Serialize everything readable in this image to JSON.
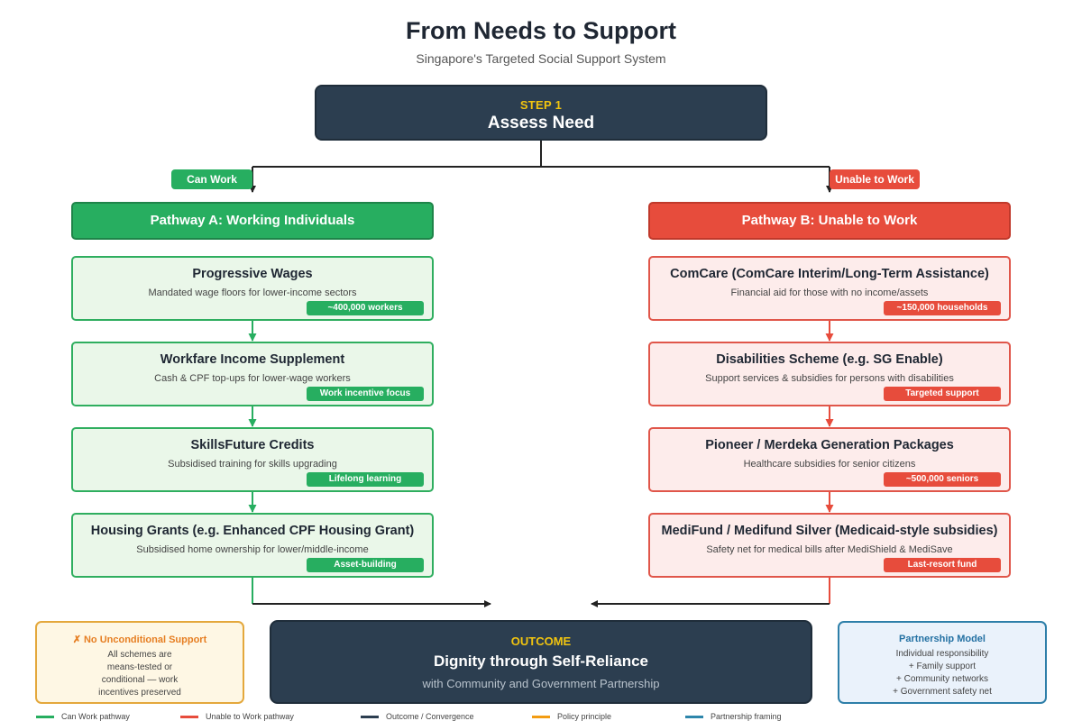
{
  "header": {
    "title": "From Needs to Support",
    "subtitle": "Singapore's Targeted Social Support System"
  },
  "step": {
    "label": "STEP 1",
    "title": "Assess Need"
  },
  "branches": {
    "left_label": "Can Work",
    "right_label": "Unable to Work"
  },
  "pathway_a": {
    "title": "Pathway A: Working Individuals",
    "schemes": [
      {
        "name": "Progressive Wages",
        "desc": "Mandated wage floors for lower-income sectors",
        "tag": "~400,000 workers"
      },
      {
        "name": "Workfare Income Supplement",
        "desc": "Cash & CPF top-ups for lower-wage workers",
        "tag": "Work incentive focus"
      },
      {
        "name": "SkillsFuture Credits",
        "desc": "Subsidised training for skills upgrading",
        "tag": "Lifelong learning"
      },
      {
        "name": "Housing Grants (e.g. Enhanced CPF Housing Grant)",
        "desc": "Subsidised home ownership for lower/middle-income",
        "tag": "Asset-building"
      }
    ]
  },
  "pathway_b": {
    "title": "Pathway B: Unable to Work",
    "schemes": [
      {
        "name": "ComCare (ComCare Interim/Long-Term Assistance)",
        "desc": "Financial aid for those with no income/assets",
        "tag": "~150,000 households"
      },
      {
        "name": "Disabilities Scheme (e.g. SG Enable)",
        "desc": "Support services & subsidies for persons with disabilities",
        "tag": "Targeted support"
      },
      {
        "name": "Pioneer / Merdeka Generation Packages",
        "desc": "Healthcare subsidies for senior citizens",
        "tag": "~500,000 seniors"
      },
      {
        "name": "MediFund / Medifund Silver (Medicaid-style subsidies)",
        "desc": "Safety net for medical bills after MediShield & MediSave",
        "tag": "Last-resort fund"
      }
    ]
  },
  "outcome": {
    "label": "OUTCOME",
    "title": "Dignity through Self-Reliance",
    "subtitle": "with Community and Government Partnership"
  },
  "principle": {
    "title": "✗ No Unconditional Support",
    "lines": [
      "All schemes are",
      "means-tested or",
      "conditional — work",
      "incentives preserved"
    ]
  },
  "partnership": {
    "title": "Partnership Model",
    "lines": [
      "Individual responsibility",
      "+ Family support",
      "+ Community networks",
      "+ Government safety net"
    ]
  },
  "legend": [
    {
      "label": "Can Work pathway",
      "color": "#27ae60"
    },
    {
      "label": "Unable to Work pathway",
      "color": "#e74c3c"
    },
    {
      "label": "Outcome / Convergence",
      "color": "#2c3e50"
    },
    {
      "label": "Policy principle",
      "color": "#f39c12"
    },
    {
      "label": "Partnership framing",
      "color": "#2e86ab"
    }
  ],
  "colors": {
    "green": "#27ae60",
    "red": "#e74c3c",
    "navy": "#2c3e50",
    "gold": "#f1c40f",
    "orange": "#e67e22",
    "blue": "#2471a3"
  }
}
